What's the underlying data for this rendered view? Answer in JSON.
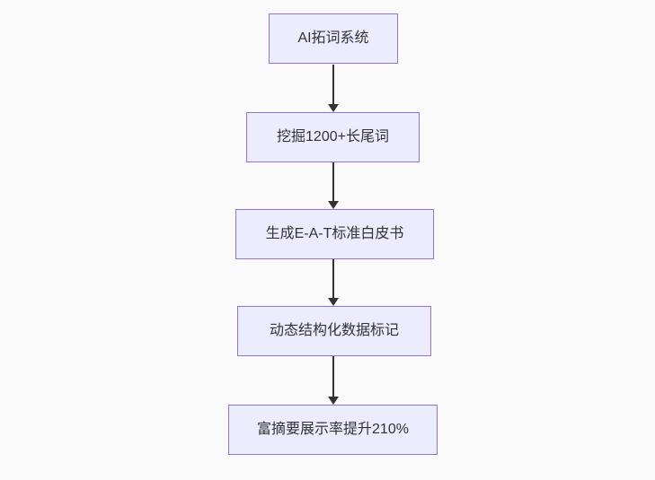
{
  "diagram": {
    "type": "flowchart-vertical",
    "colors": {
      "background": "#fafafa",
      "node_fill": "#ECECFF",
      "node_border": "#9370DB",
      "text": "#333333",
      "arrow": "#333333"
    },
    "nodes": [
      {
        "label": "AI拓词系统"
      },
      {
        "label": "挖掘1200+长尾词"
      },
      {
        "label": "生成E-A-T标准白皮书"
      },
      {
        "label": "动态结构化数据标记"
      },
      {
        "label": "富摘要展示率提升210%"
      }
    ],
    "edges": [
      {
        "from": 0,
        "to": 1
      },
      {
        "from": 1,
        "to": 2
      },
      {
        "from": 2,
        "to": 3
      },
      {
        "from": 3,
        "to": 4
      }
    ]
  }
}
